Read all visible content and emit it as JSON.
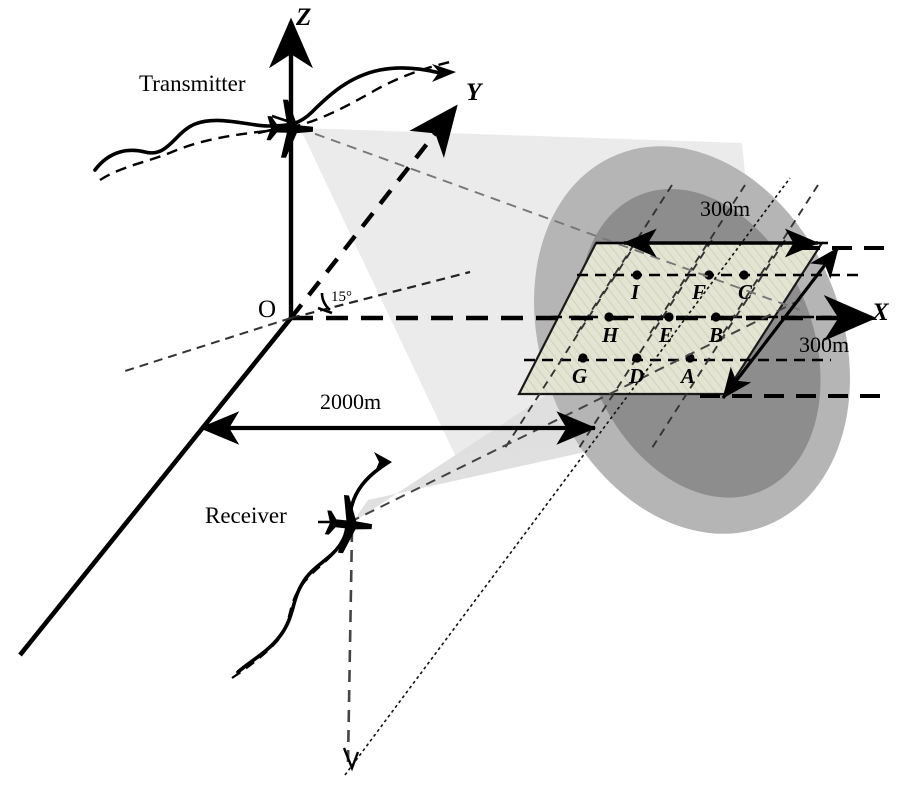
{
  "figure": {
    "kind": "bistatic-radar-geometry-diagram",
    "background_color": "#ffffff",
    "ink_color": "#000000"
  },
  "entities": {
    "transmitter": {
      "label": "Transmitter",
      "icon": "aircraft-icon"
    },
    "receiver": {
      "label": "Receiver",
      "icon": "aircraft-icon"
    }
  },
  "axes": {
    "x": {
      "label": "X",
      "style": "dashed",
      "direction": "right"
    },
    "y": {
      "label": "Y",
      "style": "dashed",
      "direction": "up-right"
    },
    "z": {
      "label": "Z",
      "style": "solid",
      "direction": "up"
    },
    "origin": {
      "label": "O"
    }
  },
  "annotations": {
    "angle": {
      "value": "15",
      "unit": "°",
      "text": "15°"
    },
    "baseline": {
      "text": "2000m",
      "value": 2000,
      "unit": "m"
    },
    "patch_width": {
      "text": "300m",
      "value": 300,
      "unit": "m"
    },
    "patch_height": {
      "text": "300m",
      "value": 300,
      "unit": "m"
    }
  },
  "target_grid": {
    "rows": 3,
    "cols": 3,
    "cells": [
      [
        {
          "label": "I"
        },
        {
          "label": "F"
        },
        {
          "label": "C"
        }
      ],
      [
        {
          "label": "H"
        },
        {
          "label": "E"
        },
        {
          "label": "B"
        }
      ],
      [
        {
          "label": "G"
        },
        {
          "label": "D"
        },
        {
          "label": "A"
        }
      ]
    ],
    "fill_color": "#e3e4d2",
    "hatch_color": "#cfd0bd"
  },
  "footprint": {
    "outer_ellipse_color": "#b5b5b5",
    "inner_ellipse_color": "#8d8d8d"
  },
  "beams": {
    "transmit_beam_color": "#eaeaea",
    "receive_beam_color": "#dcdcdc"
  }
}
